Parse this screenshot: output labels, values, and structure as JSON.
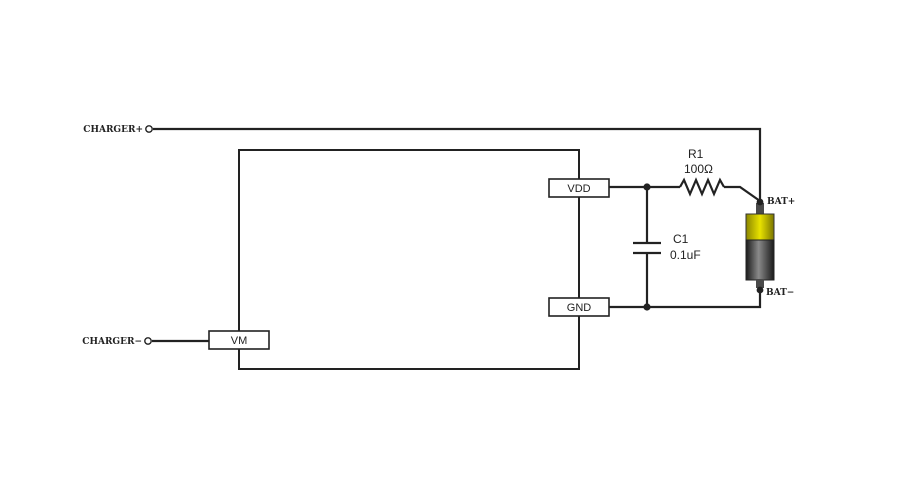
{
  "terminals": {
    "charger_plus": "CHARGER+",
    "charger_minus": "CHARGER−"
  },
  "pins": {
    "vdd": "VDD",
    "gnd": "GND",
    "vm": "VM"
  },
  "components": {
    "resistor": {
      "ref": "R1",
      "value": "100Ω"
    },
    "capacitor": {
      "ref": "C1",
      "value": "0.1uF"
    }
  },
  "battery": {
    "positive": "BAT+",
    "negative": "BAT−"
  },
  "colors": {
    "line": "#222222",
    "battery_top": "#d6d000",
    "battery_body": "#3a3a3a"
  }
}
